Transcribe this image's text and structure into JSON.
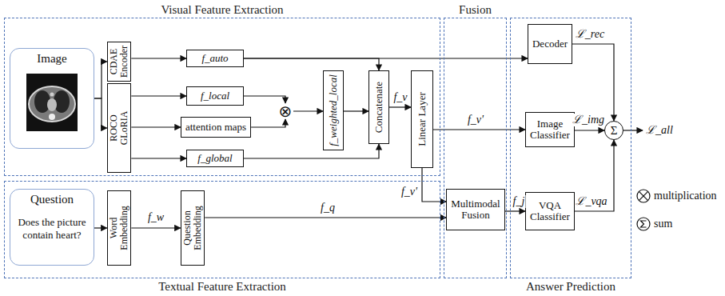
{
  "diagram": {
    "nodes": [
      {
        "text": [
          "Visual Feature Extraction"
        ]
      },
      {
        "text": [
          "Image"
        ],
        "in": 0
      },
      {
        "text": [
          "CDAE Encoder"
        ],
        "in": 0
      },
      {
        "text": [
          "ROCO GLoRIA"
        ],
        "in": 0
      },
      {
        "text": [
          "f_auto"
        ],
        "in": 0
      },
      {
        "text": [
          "f_local"
        ],
        "in": 0
      },
      {
        "text": [
          "attention maps"
        ],
        "in": 0
      },
      {
        "text": [
          "f_global"
        ],
        "in": 0
      },
      {
        "text": [
          "⊗"
        ],
        "in": 0
      },
      {
        "text": [
          "f_weighted_local"
        ],
        "in": 0
      },
      {
        "text": [
          "Concatenate"
        ],
        "in": 0
      },
      {
        "text": [
          "Linear Layer"
        ],
        "in": 0
      },
      {
        "text": [
          "Textual Feature Extraction"
        ]
      },
      {
        "text": [
          "Question",
          "Does the picture contain heart?"
        ],
        "in": 12
      },
      {
        "text": [
          "Word Embedding"
        ],
        "in": 12
      },
      {
        "text": [
          "Question Embedding"
        ],
        "in": 12
      },
      {
        "text": [
          "Fusion"
        ]
      },
      {
        "text": [
          "Multimodal Fusion"
        ],
        "in": 16
      },
      {
        "text": [
          "Answer Prediction"
        ]
      },
      {
        "text": [
          "Decoder"
        ],
        "in": 18
      },
      {
        "text": [
          "Image Classifier"
        ],
        "in": 18
      },
      {
        "text": [
          "VQA Classifier"
        ],
        "in": 18
      },
      {
        "text": [
          "Σ"
        ],
        "in": 18
      }
    ],
    "edges": [
      {
        "from": 1,
        "to": 2,
        "arrow": "to"
      },
      {
        "from": 1,
        "to": 3,
        "arrow": "to"
      },
      {
        "from": 2,
        "to": 4,
        "arrow": "to"
      },
      {
        "from": 3,
        "to": 5,
        "arrow": "to"
      },
      {
        "from": 3,
        "to": 6,
        "arrow": "to"
      },
      {
        "from": 3,
        "to": 7,
        "arrow": "to"
      },
      {
        "from": 5,
        "to": 8,
        "arrow": "to"
      },
      {
        "from": 6,
        "to": 8,
        "arrow": "to"
      },
      {
        "from": 8,
        "to": 9,
        "arrow": "to"
      },
      {
        "from": 9,
        "to": 10,
        "arrow": "to"
      },
      {
        "from": 4,
        "to": 10,
        "arrow": "to"
      },
      {
        "from": 4,
        "to": 19,
        "arrow": "to"
      },
      {
        "from": 7,
        "to": 10,
        "arrow": "to"
      },
      {
        "from": 10,
        "to": 11,
        "label": "f_v",
        "arrow": "to"
      },
      {
        "from": 11,
        "to": 20,
        "label": "f_v'",
        "arrow": "to"
      },
      {
        "from": 11,
        "to": 17,
        "label": "f_v'",
        "arrow": "to"
      },
      {
        "from": 13,
        "to": 14,
        "arrow": "to"
      },
      {
        "from": 14,
        "to": 15,
        "label": "f_w",
        "arrow": "to"
      },
      {
        "from": 15,
        "to": 17,
        "label": "f_q",
        "arrow": "to"
      },
      {
        "from": 17,
        "to": 21,
        "label": "f_j",
        "arrow": "to"
      },
      {
        "from": 19,
        "to": 22,
        "label": "ℒ_rec",
        "arrow": "to"
      },
      {
        "from": 20,
        "to": 22,
        "label": "ℒ_img",
        "arrow": "to"
      },
      {
        "from": 21,
        "to": 22,
        "label": "ℒ_vqa",
        "arrow": "to"
      }
    ],
    "labels": [
      "ℒ_all"
    ],
    "legend": [
      {
        "text": "multiplication"
      },
      {
        "text": "sum"
      }
    ]
  }
}
